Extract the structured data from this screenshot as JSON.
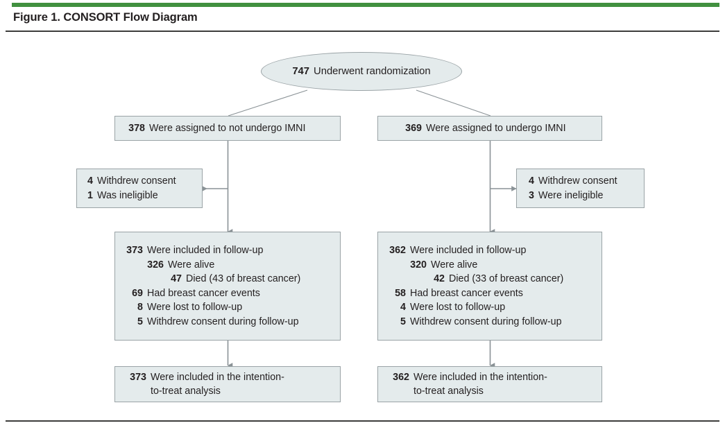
{
  "figure": {
    "title": "Figure 1. CONSORT Flow Diagram",
    "accent_green": "#41903f",
    "rule_color": "#3c3c3b",
    "node_fill": "#e4ebec",
    "node_border": "#9aa3a6",
    "connector_color": "#8a9296",
    "text_color": "#231f20"
  },
  "chart_data": {
    "type": "diagram",
    "title": "Figure 1. CONSORT Flow Diagram",
    "nodes": [
      {
        "id": "randomization",
        "shape": "ellipse",
        "rows": [
          {
            "num": "747",
            "text": "Underwent randomization"
          }
        ]
      },
      {
        "id": "assigned-control",
        "shape": "box",
        "rows": [
          {
            "num": "378",
            "text": "Were assigned to not undergo IMNI"
          }
        ]
      },
      {
        "id": "assigned-imni",
        "shape": "box",
        "rows": [
          {
            "num": "369",
            "text": "Were assigned to undergo IMNI"
          }
        ]
      },
      {
        "id": "excluded-control",
        "shape": "box",
        "rows": [
          {
            "num": "4",
            "text": "Withdrew consent"
          },
          {
            "num": "1",
            "text": "Was ineligible"
          }
        ]
      },
      {
        "id": "excluded-imni",
        "shape": "box",
        "rows": [
          {
            "num": "4",
            "text": "Withdrew consent"
          },
          {
            "num": "3",
            "text": "Were ineligible"
          }
        ]
      },
      {
        "id": "followup-control",
        "shape": "box",
        "rows": [
          {
            "num": "373",
            "text": "Were included in follow-up",
            "indent": 0
          },
          {
            "num": "326",
            "text": "Were alive",
            "indent": 1
          },
          {
            "num": "47",
            "text": "Died (43 of breast cancer)",
            "indent": 2
          },
          {
            "num": "69",
            "text": "Had breast cancer events",
            "indent": 0
          },
          {
            "num": "8",
            "text": "Were lost to follow-up",
            "indent": 0
          },
          {
            "num": "5",
            "text": "Withdrew consent during follow-up",
            "indent": 0
          }
        ]
      },
      {
        "id": "followup-imni",
        "shape": "box",
        "rows": [
          {
            "num": "362",
            "text": "Were included in follow-up",
            "indent": 0
          },
          {
            "num": "320",
            "text": "Were alive",
            "indent": 1
          },
          {
            "num": "42",
            "text": "Died (33 of breast cancer)",
            "indent": 2
          },
          {
            "num": "58",
            "text": "Had breast cancer events",
            "indent": 0
          },
          {
            "num": "4",
            "text": "Were lost to follow-up",
            "indent": 0
          },
          {
            "num": "5",
            "text": "Withdrew consent during follow-up",
            "indent": 0
          }
        ]
      },
      {
        "id": "itt-control",
        "shape": "box",
        "rows": [
          {
            "num": "373",
            "line1": "Were included in the intention-",
            "line2": "to-treat analysis"
          }
        ]
      },
      {
        "id": "itt-imni",
        "shape": "box",
        "rows": [
          {
            "num": "362",
            "line1": "Were included in the intention-",
            "line2": "to-treat analysis"
          }
        ]
      }
    ],
    "edges": [
      {
        "from": "randomization",
        "to": "assigned-control",
        "style": "plain"
      },
      {
        "from": "randomization",
        "to": "assigned-imni",
        "style": "plain"
      },
      {
        "from": "assigned-control",
        "to": "excluded-control",
        "style": "arrow-left"
      },
      {
        "from": "assigned-imni",
        "to": "excluded-imni",
        "style": "arrow-right"
      },
      {
        "from": "assigned-control",
        "to": "followup-control",
        "style": "arrow-down"
      },
      {
        "from": "assigned-imni",
        "to": "followup-imni",
        "style": "arrow-down"
      },
      {
        "from": "followup-control",
        "to": "itt-control",
        "style": "arrow-down"
      },
      {
        "from": "followup-imni",
        "to": "itt-imni",
        "style": "arrow-down"
      }
    ]
  },
  "ellipse_randomization": {
    "num": "747",
    "text": "Underwent randomization"
  },
  "assigned_control": {
    "num": "378",
    "text": "Were assigned to not undergo IMNI"
  },
  "assigned_imni": {
    "num": "369",
    "text": "Were assigned to undergo IMNI"
  },
  "excluded_control": {
    "r1num": "4",
    "r1text": "Withdrew consent",
    "r2num": "1",
    "r2text": "Was ineligible"
  },
  "excluded_imni": {
    "r1num": "4",
    "r1text": "Withdrew consent",
    "r2num": "3",
    "r2text": "Were ineligible"
  },
  "followup_control": {
    "r1num": "373",
    "r1text": "Were included in follow-up",
    "r2num": "326",
    "r2text": "Were alive",
    "r3num": "47",
    "r3text": "Died (43 of breast cancer)",
    "r4num": "69",
    "r4text": "Had breast cancer events",
    "r5num": "8",
    "r5text": "Were lost to follow-up",
    "r6num": "5",
    "r6text": "Withdrew consent during follow-up"
  },
  "followup_imni": {
    "r1num": "362",
    "r1text": "Were included in follow-up",
    "r2num": "320",
    "r2text": "Were alive",
    "r3num": "42",
    "r3text": "Died (33 of breast cancer)",
    "r4num": "58",
    "r4text": "Had breast cancer events",
    "r5num": "4",
    "r5text": "Were lost to follow-up",
    "r6num": "5",
    "r6text": "Withdrew consent during follow-up"
  },
  "itt_control": {
    "num": "373",
    "line1": "Were included in the intention-",
    "line2": "to-treat analysis"
  },
  "itt_imni": {
    "num": "362",
    "line1": "Were included in the intention-",
    "line2": "to-treat analysis"
  }
}
